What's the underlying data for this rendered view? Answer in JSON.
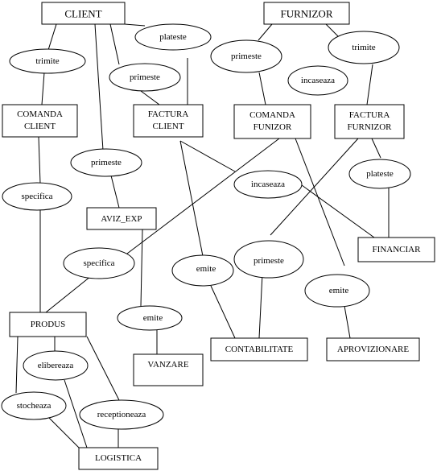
{
  "diagram": {
    "entities": {
      "client": "CLIENT",
      "furnizor": "FURNIZOR",
      "comanda_client": [
        "COMANDA",
        "CLIENT"
      ],
      "factura_client": [
        "FACTURA",
        "CLIENT"
      ],
      "comanda_funizor": [
        "COMANDA",
        "FUNIZOR"
      ],
      "factura_furnizor": [
        "FACTURA",
        "FURNIZOR"
      ],
      "aviz_exp": "AVIZ_EXP",
      "financiar": "FINANCIAR",
      "produs": "PRODUS",
      "vanzare": "VANZARE",
      "contabilitate": "CONTABILITATE",
      "aprovizionare": "APROVIZIONARE",
      "logistica": "LOGISTICA"
    },
    "relations": {
      "trimite_client": "trimite",
      "plateste_client": "plateste",
      "primeste_client_factura": "primeste",
      "primeste_furnizor": "primeste",
      "trimite_furnizor": "trimite",
      "incaseaza_top": "incaseaza",
      "primeste_aviz": "primeste",
      "specifica_left": "specifica",
      "incaseaza_mid": "incaseaza",
      "plateste_furnizor": "plateste",
      "specifica_mid": "specifica",
      "primeste_contabilitate": "primeste",
      "emite_contabilitate": "emite",
      "emite_aprovizionare": "emite",
      "emite_vanzare": "emite",
      "elibereaza": "elibereaza",
      "stocheaza": "stocheaza",
      "receptioneaza": "receptioneaza"
    }
  }
}
